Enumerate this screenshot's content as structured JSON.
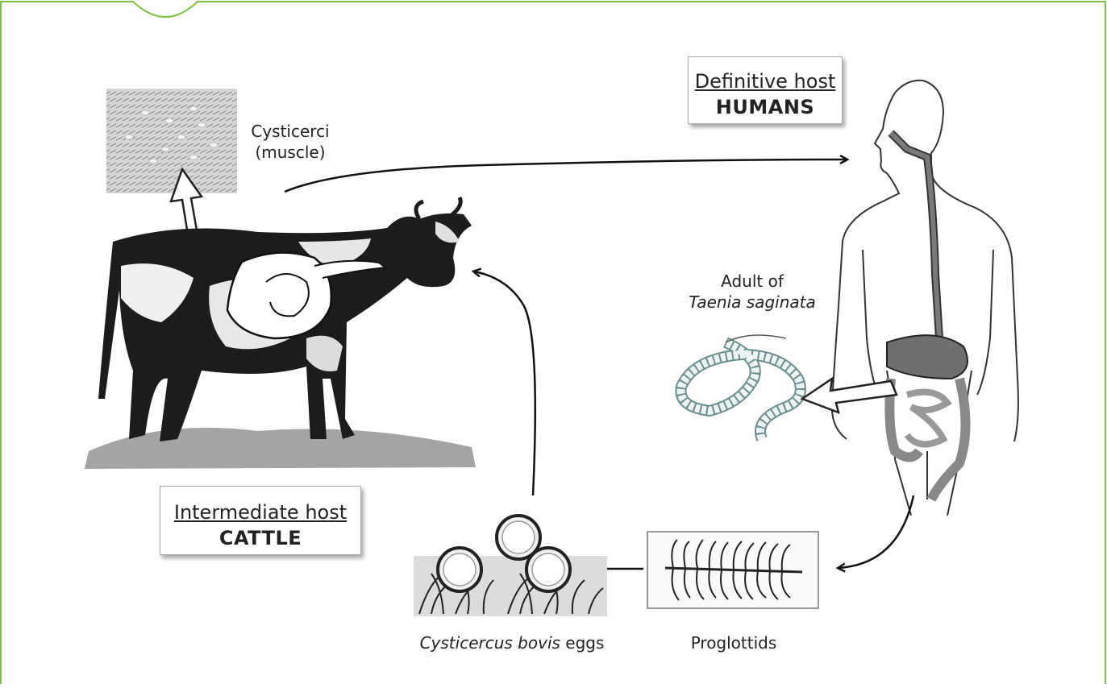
{
  "definitive_host": {
    "title": "Definitive host",
    "name": "HUMANS"
  },
  "intermediate_host": {
    "title": "Intermediate host",
    "name": "CATTLE"
  },
  "labels": {
    "cysticerci": "Cysticerci",
    "cysticerci_sub": "(muscle)",
    "adult_line1": "Adult of",
    "adult_line2": "Taenia saginata",
    "eggs_italic": "Cysticercus bovis",
    "eggs_rest": " eggs",
    "proglottids": "Proglottids"
  },
  "colors": {
    "frame": "#7dc242",
    "arrow": "#111111"
  }
}
